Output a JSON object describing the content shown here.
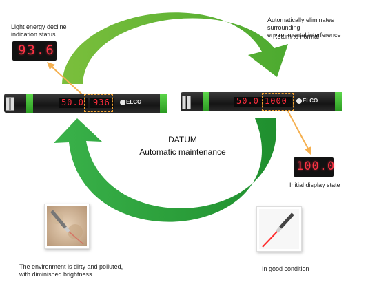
{
  "labels": {
    "light_decline": [
      "Light energy decline",
      "indication status"
    ],
    "auto_eliminate": [
      "Automatically eliminates surrounding",
      "environmental interference"
    ],
    "return_normal": "Return to normal",
    "datum": "DATUM",
    "auto_maintenance": "Automatic maintenance",
    "initial_state": "Initial display state",
    "dirty": [
      "The environment is dirty and polluted,",
      "with diminished brightness."
    ],
    "good": "In good condition"
  },
  "displays": {
    "decline_value": "93.6",
    "initial_value": "100.0"
  },
  "devices": {
    "left": {
      "threshold": "50.0",
      "value": "936",
      "brand": "ELCO"
    },
    "right": {
      "threshold": "50.0",
      "value": "1000",
      "brand": "ELCO"
    }
  },
  "colors": {
    "arrow_top": "#6ab83a",
    "arrow_bottom": "#2ca83a",
    "callout": "#f5b050",
    "lcd_red": "#ff3344"
  }
}
